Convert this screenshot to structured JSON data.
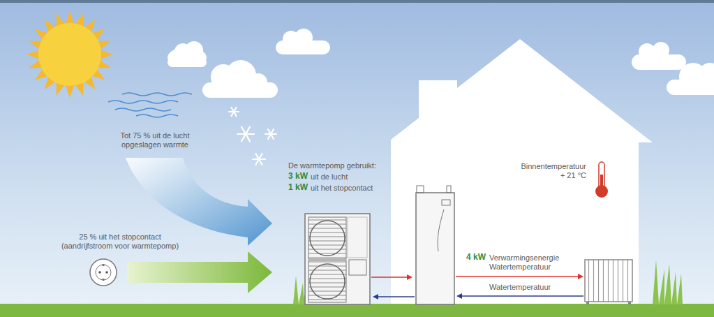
{
  "diagram": {
    "labels": [
      "Tot 75 % uit de lucht opgeslagen warmte",
      "25 % uit het stopcontact (aandrijfstroom voor warmtepomp)",
      "De warmtepomp gebruikt:",
      "3 kW",
      "uit de lucht",
      "1 kW",
      "uit het stopcontact",
      "Binnentemperatuur + 21 °C",
      "4 kW",
      "Verwarmingsenergie",
      "Watertemperatuur",
      "Watertemperatuur"
    ]
  }
}
